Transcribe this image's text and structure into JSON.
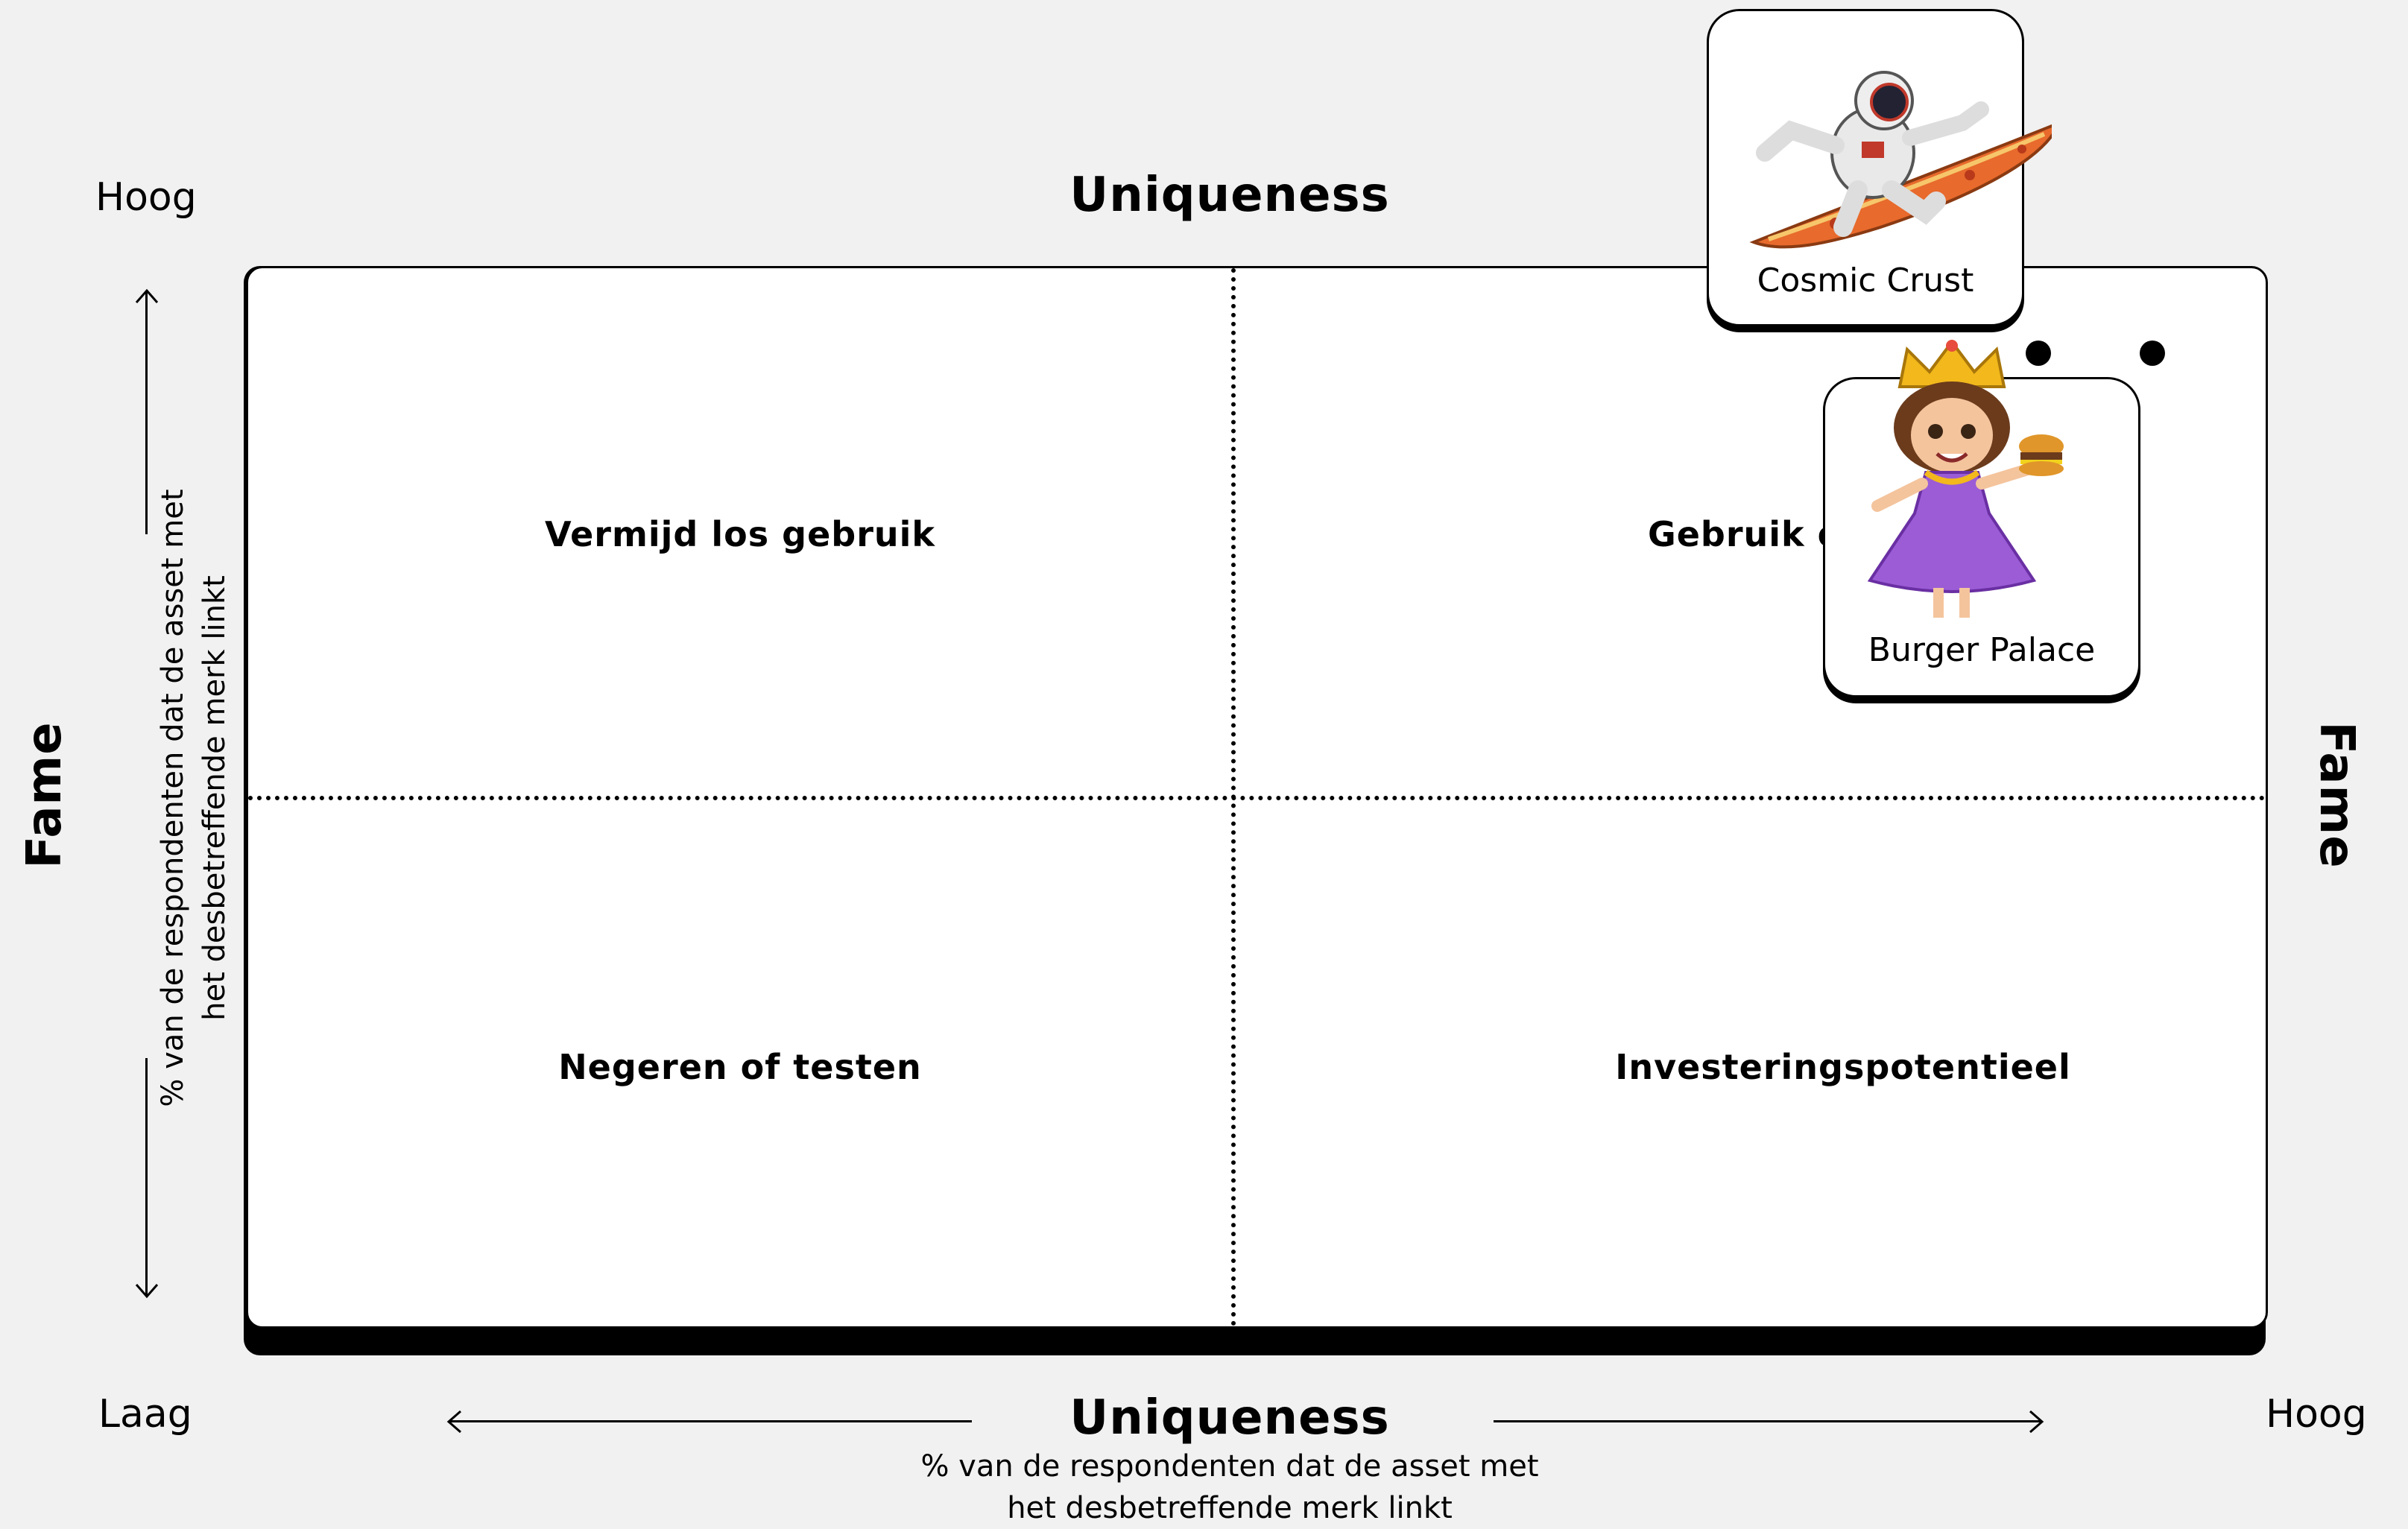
{
  "top_title": "Uniqueness",
  "bottom_title": "Uniqueness",
  "bottom_desc_line1": "% van de respondenten dat de asset met",
  "bottom_desc_line2": "het desbetreffende merk linkt",
  "left_title": "Fame",
  "right_title": "Fame",
  "left_desc_line1": "% van de respondenten dat de asset met",
  "left_desc_line2": "het desbetreffende merk linkt",
  "corner_top_left": "Hoog",
  "corner_bottom_left": "Laag",
  "corner_bottom_right": "Hoog",
  "quadrants": {
    "top_left": "Vermijd los gebruik",
    "top_right": "Gebruik of versterk",
    "bottom_left": "Negeren of testen",
    "bottom_right": "Investeringspotentieel"
  },
  "cards": {
    "cosmic": {
      "label": "Cosmic Crust",
      "icon": "astronaut-surfing-pizza-icon"
    },
    "burger": {
      "label": "Burger Palace",
      "icon": "princess-with-burger-icon"
    }
  }
}
